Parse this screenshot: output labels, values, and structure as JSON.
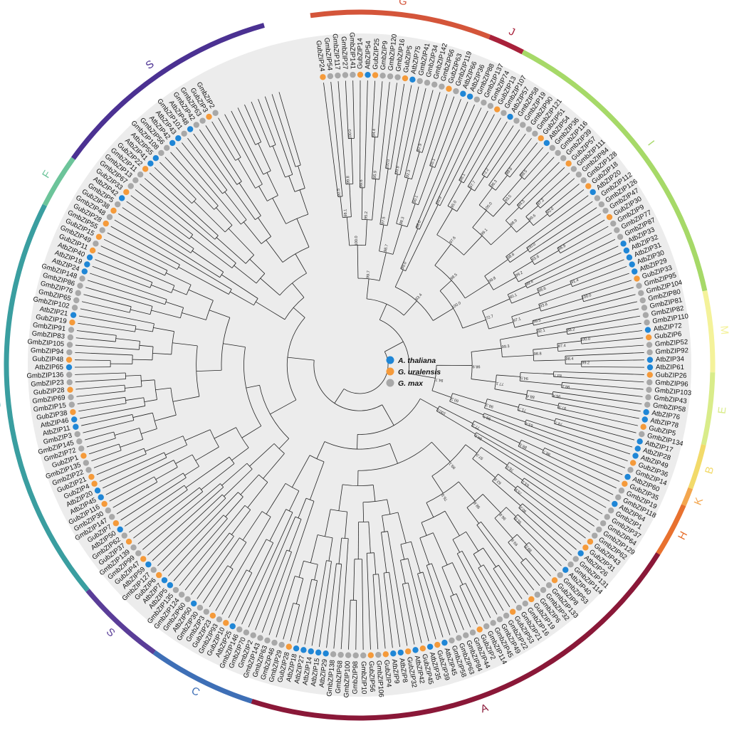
{
  "legend": [
    {
      "label": "A. thaliana",
      "color": "#1f86d6"
    },
    {
      "label": "G. uralensis",
      "color": "#f59a3a"
    },
    {
      "label": "G. max",
      "color": "#a8a8a8"
    }
  ],
  "groups": [
    {
      "label": "G",
      "color": "#d4553a",
      "start": -0.5,
      "end": 19.5
    },
    {
      "label": "J",
      "color": "#a8213a",
      "start": 19.5,
      "end": 23.5
    },
    {
      "label": "I",
      "color": "#a6d968",
      "start": 23.5,
      "end": 57.5
    },
    {
      "label": "M",
      "color": "#f4f29a",
      "start": 57.5,
      "end": 66.5
    },
    {
      "label": "E",
      "color": "#d9ec8a",
      "start": 66.5,
      "end": 74.5
    },
    {
      "label": "B",
      "color": "#f2da6a",
      "start": 74.5,
      "end": 79.5
    },
    {
      "label": "K",
      "color": "#f3a64e",
      "start": 79.5,
      "end": 81.5
    },
    {
      "label": "H",
      "color": "#e8712f",
      "start": 81.5,
      "end": 87.5
    },
    {
      "label": "A",
      "color": "#8a1838",
      "start": 87.5,
      "end": 138.5
    },
    {
      "label": "C",
      "color": "#3e6fb6",
      "start": 138.5,
      "end": 150.5
    },
    {
      "label": "S",
      "color": "#5a3d98",
      "start": 150.5,
      "end": 160.5
    },
    {
      "label": "D",
      "color": "#3a9ea0",
      "start": 160.5,
      "end": 205.5
    },
    {
      "label": "F",
      "color": "#6cc49a",
      "start": 205.5,
      "end": 211.5
    },
    {
      "label": "S",
      "color": "#4b3192",
      "start": 211.5,
      "end": 237.5
    }
  ],
  "leaves": [
    {
      "n": "GubZIP24",
      "s": "U"
    },
    {
      "n": "GmbZIP54",
      "s": "M"
    },
    {
      "n": "GmbZIP117",
      "s": "M"
    },
    {
      "n": "GmbZIP27",
      "s": "M"
    },
    {
      "n": "GmbZIP141",
      "s": "M"
    },
    {
      "n": "GubZIP14",
      "s": "U"
    },
    {
      "n": "AtbZIP54",
      "s": "A"
    },
    {
      "n": "GubZIP25",
      "s": "U"
    },
    {
      "n": "GmbZIP9",
      "s": "M"
    },
    {
      "n": "GmbZIP120",
      "s": "M"
    },
    {
      "n": "GmbZIP16",
      "s": "M"
    },
    {
      "n": "GubZIP5",
      "s": "U"
    },
    {
      "n": "AtbZIP75",
      "s": "A"
    },
    {
      "n": "GmbZIP41",
      "s": "M"
    },
    {
      "n": "GmbZIP34",
      "s": "M"
    },
    {
      "n": "GmbZIP142",
      "s": "M"
    },
    {
      "n": "GmbZIP66",
      "s": "M"
    },
    {
      "n": "GubZIP63",
      "s": "U"
    },
    {
      "n": "GmbZIP119",
      "s": "M"
    },
    {
      "n": "AtbZIP66",
      "s": "A"
    },
    {
      "n": "AtbZIP36",
      "s": "A"
    },
    {
      "n": "GmbZIP88",
      "s": "M"
    },
    {
      "n": "GmbZIP137",
      "s": "M"
    },
    {
      "n": "GmbZIP74",
      "s": "M"
    },
    {
      "n": "GubZIP13",
      "s": "U"
    },
    {
      "n": "GmbZIP107",
      "s": "M"
    },
    {
      "n": "AtbZIP57",
      "s": "A"
    },
    {
      "n": "GmbZIP58",
      "s": "M"
    },
    {
      "n": "GmbZIP19",
      "s": "M"
    },
    {
      "n": "GmbZIP90",
      "s": "M"
    },
    {
      "n": "GmbZIP121",
      "s": "M"
    },
    {
      "n": "GubZIP51",
      "s": "U"
    },
    {
      "n": "AtbZIP54",
      "s": "A"
    },
    {
      "n": "GmbZIP36",
      "s": "M"
    },
    {
      "n": "GmbZIP116",
      "s": "M"
    },
    {
      "n": "GmbZIP39",
      "s": "M"
    },
    {
      "n": "GubZIP57",
      "s": "U"
    },
    {
      "n": "GmbZIP111",
      "s": "M"
    },
    {
      "n": "GmbZIP84",
      "s": "M"
    },
    {
      "n": "GmbZIP128",
      "s": "M"
    },
    {
      "n": "GubZIP18",
      "s": "U"
    },
    {
      "n": "AtbZIP20",
      "s": "A"
    },
    {
      "n": "GmbZIP112",
      "s": "M"
    },
    {
      "n": "GmbZIP126",
      "s": "M"
    },
    {
      "n": "GmbZIP47",
      "s": "M"
    },
    {
      "n": "GubZIP30",
      "s": "U"
    },
    {
      "n": "GmbZIP9",
      "s": "M"
    },
    {
      "n": "GmbZIP77",
      "s": "M"
    },
    {
      "n": "GmbZIP87",
      "s": "M"
    },
    {
      "n": "AtbZIP33",
      "s": "A"
    },
    {
      "n": "AtbZIP32",
      "s": "A"
    },
    {
      "n": "AtbZIP31",
      "s": "A"
    },
    {
      "n": "AtbZIP30",
      "s": "A"
    },
    {
      "n": "AtbZIP29",
      "s": "A"
    },
    {
      "n": "GubZIP33",
      "s": "U"
    },
    {
      "n": "GmbZIP95",
      "s": "M"
    },
    {
      "n": "GmbZIP104",
      "s": "M"
    },
    {
      "n": "GmbZIP80",
      "s": "M"
    },
    {
      "n": "GmbZIP81",
      "s": "M"
    },
    {
      "n": "GmbZIP82",
      "s": "M"
    },
    {
      "n": "GmbZIP110",
      "s": "M"
    },
    {
      "n": "AtbZIP72",
      "s": "A"
    },
    {
      "n": "GubZIP6",
      "s": "U"
    },
    {
      "n": "GmbZIP52",
      "s": "M"
    },
    {
      "n": "GmbZIP92",
      "s": "M"
    },
    {
      "n": "AtbZIP34",
      "s": "A"
    },
    {
      "n": "AtbZIP61",
      "s": "A"
    },
    {
      "n": "GubZIP26",
      "s": "U"
    },
    {
      "n": "GmbZIP96",
      "s": "M"
    },
    {
      "n": "GmbZIP103",
      "s": "M"
    },
    {
      "n": "GmbZIP43",
      "s": "M"
    },
    {
      "n": "GmbZIP58",
      "s": "M"
    },
    {
      "n": "AtbZIP76",
      "s": "A"
    },
    {
      "n": "AtbZIP78",
      "s": "A"
    },
    {
      "n": "GubZIP5",
      "s": "U"
    },
    {
      "n": "GmbZIP134",
      "s": "M"
    },
    {
      "n": "AtbZIP17",
      "s": "A"
    },
    {
      "n": "AtbZIP28",
      "s": "A"
    },
    {
      "n": "AtbZIP49",
      "s": "A"
    },
    {
      "n": "GubZIP36",
      "s": "U"
    },
    {
      "n": "GmbZIP14",
      "s": "M"
    },
    {
      "n": "AtbZIP60",
      "s": "A"
    },
    {
      "n": "GubZIP35",
      "s": "U"
    },
    {
      "n": "GmbZIP19",
      "s": "M"
    },
    {
      "n": "GmbZIP118",
      "s": "M"
    },
    {
      "n": "AtbZIP64",
      "s": "A"
    },
    {
      "n": "GmbZIP1",
      "s": "M"
    },
    {
      "n": "GmbZIP37",
      "s": "M"
    },
    {
      "n": "GmbZIP64",
      "s": "M"
    },
    {
      "n": "GmbZIP129",
      "s": "M"
    },
    {
      "n": "GmbZIP62",
      "s": "M"
    },
    {
      "n": "GubZIP43",
      "s": "U"
    },
    {
      "n": "GubZIP31",
      "s": "U"
    },
    {
      "n": "AtbZIP26",
      "s": "A"
    },
    {
      "n": "GmbZIP131",
      "s": "M"
    },
    {
      "n": "GmbZIP114",
      "s": "M"
    },
    {
      "n": "AtbZIP40",
      "s": "A"
    },
    {
      "n": "GmbZIP53",
      "s": "M"
    },
    {
      "n": "GubZIP8",
      "s": "U"
    },
    {
      "n": "GmbZIP133",
      "s": "M"
    },
    {
      "n": "GmbZIP32",
      "s": "M"
    },
    {
      "n": "GmbZIP6",
      "s": "M"
    },
    {
      "n": "GubZIP19",
      "s": "U"
    },
    {
      "n": "GmbZIP16",
      "s": "M"
    },
    {
      "n": "GmbZIP21",
      "s": "M"
    },
    {
      "n": "GubZIP53",
      "s": "U"
    },
    {
      "n": "GmbZIP22",
      "s": "M"
    },
    {
      "n": "GmbZIP49",
      "s": "M"
    },
    {
      "n": "GmbZIP45",
      "s": "M"
    },
    {
      "n": "GmbZIP114",
      "s": "M"
    },
    {
      "n": "GubZIP2",
      "s": "U"
    },
    {
      "n": "GmbZIP44",
      "s": "M"
    },
    {
      "n": "GmbZIP84",
      "s": "M"
    },
    {
      "n": "GmbZIP63",
      "s": "M"
    },
    {
      "n": "GmbZIP58",
      "s": "M"
    },
    {
      "n": "AtbZIP45",
      "s": "A"
    },
    {
      "n": "GubZIP39",
      "s": "U"
    },
    {
      "n": "AtbZIP35",
      "s": "A"
    },
    {
      "n": "GubZIP45",
      "s": "U"
    },
    {
      "n": "AtbZIP42",
      "s": "A"
    },
    {
      "n": "GubZIP32",
      "s": "U"
    },
    {
      "n": "AtbZIP8",
      "s": "A"
    },
    {
      "n": "AtbZIP9",
      "s": "A"
    },
    {
      "n": "GubZIP4",
      "s": "U"
    },
    {
      "n": "GmbZIP106",
      "s": "M"
    },
    {
      "n": "GubZIP56",
      "s": "U"
    },
    {
      "n": "GmbZIP10",
      "s": "M"
    },
    {
      "n": "GmbZIP98",
      "s": "M"
    },
    {
      "n": "GmbZIP100",
      "s": "M"
    },
    {
      "n": "GmbZIP68",
      "s": "M"
    },
    {
      "n": "GmbZIP138",
      "s": "M"
    },
    {
      "n": "AtbZIP29",
      "s": "A"
    },
    {
      "n": "AtbZIP15",
      "s": "A"
    },
    {
      "n": "AtbZIP14",
      "s": "A"
    },
    {
      "n": "AtbZIP27",
      "s": "A"
    },
    {
      "n": "AtbZIP18",
      "s": "A"
    },
    {
      "n": "GubZIP28",
      "s": "U"
    },
    {
      "n": "GmbZIP29",
      "s": "M"
    },
    {
      "n": "GmbZIP46",
      "s": "M"
    },
    {
      "n": "GmbZIP63",
      "s": "M"
    },
    {
      "n": "GmbZIP143",
      "s": "M"
    },
    {
      "n": "GmbZIP2",
      "s": "M"
    },
    {
      "n": "GmbZIP70",
      "s": "M"
    },
    {
      "n": "GmbZIP146",
      "s": "M"
    },
    {
      "n": "AtbZIP25",
      "s": "A"
    },
    {
      "n": "GubZIP10",
      "s": "U"
    },
    {
      "n": "GmbZIP93",
      "s": "M"
    },
    {
      "n": "GubZIP23",
      "s": "U"
    },
    {
      "n": "GmbZIP3",
      "s": "M"
    },
    {
      "n": "GmbZIP30",
      "s": "M"
    },
    {
      "n": "AtbZIP50",
      "s": "A"
    },
    {
      "n": "GmbZIP60",
      "s": "M"
    },
    {
      "n": "GmbZIP124",
      "s": "M"
    },
    {
      "n": "GmbZIP135",
      "s": "M"
    },
    {
      "n": "AtbZIP5",
      "s": "A"
    },
    {
      "n": "AtbZIP7",
      "s": "A"
    },
    {
      "n": "GubZIP6",
      "s": "U"
    },
    {
      "n": "GmbZIP127",
      "s": "M"
    },
    {
      "n": "AtbZIP59",
      "s": "A"
    },
    {
      "n": "GubZIP47",
      "s": "U"
    },
    {
      "n": "GmbZIP99",
      "s": "M"
    },
    {
      "n": "GmbZIP139",
      "s": "M"
    },
    {
      "n": "GubZIP37",
      "s": "U"
    },
    {
      "n": "GmbZIP62",
      "s": "M"
    },
    {
      "n": "AtbZIP50",
      "s": "A"
    },
    {
      "n": "GubZIP7",
      "s": "U"
    },
    {
      "n": "GmbZIP147",
      "s": "M"
    },
    {
      "n": "GmbZIP30",
      "s": "M"
    },
    {
      "n": "GubZIP116",
      "s": "U"
    },
    {
      "n": "AtbZIP45",
      "s": "A"
    },
    {
      "n": "AtbZIP20",
      "s": "A"
    },
    {
      "n": "GubZIP4",
      "s": "U"
    },
    {
      "n": "GubZIP21",
      "s": "U"
    },
    {
      "n": "GmbZIP22",
      "s": "M"
    },
    {
      "n": "GmbZIP135",
      "s": "M"
    },
    {
      "n": "GubZIP1",
      "s": "U"
    },
    {
      "n": "GmbZIP72",
      "s": "M"
    },
    {
      "n": "GmbZIP145",
      "s": "M"
    },
    {
      "n": "GmbZIP3",
      "s": "M"
    },
    {
      "n": "AtbZIP11",
      "s": "A"
    },
    {
      "n": "AtbZIP46",
      "s": "A"
    },
    {
      "n": "GubZIP38",
      "s": "U"
    },
    {
      "n": "GmbZIP15",
      "s": "M"
    },
    {
      "n": "GmbZIP69",
      "s": "M"
    },
    {
      "n": "GubZIP28",
      "s": "U"
    },
    {
      "n": "GmbZIP23",
      "s": "M"
    },
    {
      "n": "GmbZIP136",
      "s": "M"
    },
    {
      "n": "AtbZIP65",
      "s": "A"
    },
    {
      "n": "GubZIP48",
      "s": "U"
    },
    {
      "n": "GmbZIP94",
      "s": "M"
    },
    {
      "n": "GmbZIP105",
      "s": "M"
    },
    {
      "n": "GmbZIP83",
      "s": "M"
    },
    {
      "n": "GmbZIP91",
      "s": "M"
    },
    {
      "n": "GubZIP19",
      "s": "U"
    },
    {
      "n": "AtbZIP21",
      "s": "A"
    },
    {
      "n": "GmbZIP102",
      "s": "M"
    },
    {
      "n": "GmbZIP65",
      "s": "M"
    },
    {
      "n": "GmbZIP76",
      "s": "M"
    },
    {
      "n": "GmbZIP86",
      "s": "M"
    },
    {
      "n": "GmbZIP148",
      "s": "M"
    },
    {
      "n": "AtbZIP24",
      "s": "A"
    },
    {
      "n": "AtbZIP19",
      "s": "A"
    },
    {
      "n": "AtbZIP40",
      "s": "A"
    },
    {
      "n": "GubZIP11",
      "s": "U"
    },
    {
      "n": "GmbZIP49",
      "s": "M"
    },
    {
      "n": "GubZIP15",
      "s": "U"
    },
    {
      "n": "GmbZIP55",
      "s": "M"
    },
    {
      "n": "GubZIP28",
      "s": "U"
    },
    {
      "n": "GmbZIP48",
      "s": "M"
    },
    {
      "n": "GubZIP38",
      "s": "U"
    },
    {
      "n": "GmbZIP5",
      "s": "M"
    },
    {
      "n": "AtbZIP42",
      "s": "A"
    },
    {
      "n": "GubZIP33",
      "s": "U"
    },
    {
      "n": "GmbZIP67",
      "s": "M"
    },
    {
      "n": "GmbZIP13",
      "s": "M"
    },
    {
      "n": "GmbZIP11",
      "s": "M"
    },
    {
      "n": "GubZIP22",
      "s": "U"
    },
    {
      "n": "AtbZIP41",
      "s": "A"
    },
    {
      "n": "AtbZIP55",
      "s": "A"
    },
    {
      "n": "GmbZIP108",
      "s": "M"
    },
    {
      "n": "GmbZIP56",
      "s": "M"
    },
    {
      "n": "AtbZIP42",
      "s": "A"
    },
    {
      "n": "AtbZIP43",
      "s": "A"
    },
    {
      "n": "GmbZIP101",
      "s": "M"
    },
    {
      "n": "AtbZIP48",
      "s": "A"
    },
    {
      "n": "GmbZIP42",
      "s": "M"
    },
    {
      "n": "GmbZIP63",
      "s": "M"
    },
    {
      "n": "GubZIP3",
      "s": "U"
    },
    {
      "n": "GmbZIP2",
      "s": "M"
    }
  ],
  "bootstrap": [
    "99.7",
    "100.0",
    "98.1",
    "92.5",
    "99.8",
    "100.0",
    "95.2",
    "99.6",
    "95.9",
    "94.4",
    "98.7",
    "97.5",
    "100.0",
    "99.9",
    "98.3",
    "92.3",
    "87.9",
    "90.1",
    "55.1",
    "83.4",
    "99.0",
    "98.0",
    "99.9",
    "100.0",
    "98.5",
    "97.6",
    "95.0",
    "88.1",
    "97.7",
    "72.2",
    "99.1",
    "100.0",
    "98.3",
    "99.8",
    "93.5",
    "89.5",
    "98.9",
    "94.3",
    "99.6",
    "97.2",
    "92.0",
    "99.8",
    "98.6",
    "100.0",
    "99.2",
    "65.6",
    "86.9",
    "72.7",
    "80.1",
    "99.4",
    "98.6",
    "91.4",
    "97.1",
    "93.8",
    "100.0",
    "99.5",
    "94.7",
    "98.9",
    "99.3",
    "92.1",
    "88.2",
    "98.8",
    "87.4",
    "100.0",
    "98.4",
    "99.2",
    "77.1",
    "94.5",
    "83.7",
    "98.2",
    "88.4",
    "96.4",
    "97.9",
    "60.3",
    "98.3",
    "71.7",
    "74.7",
    "63.4",
    "99.7",
    "100.0",
    "77.3",
    "89.5",
    "98.7",
    "84.2",
    "99.1",
    "97.0",
    "78.0",
    "63.1",
    "62.8",
    "75.9",
    "90.2",
    "76.9",
    "98.8",
    "96.8",
    "91.0",
    "99.9",
    "99.0"
  ],
  "legend_dot_colors": {
    "A": "#1f86d6",
    "U": "#f59a3a",
    "M": "#a8a8a8"
  }
}
